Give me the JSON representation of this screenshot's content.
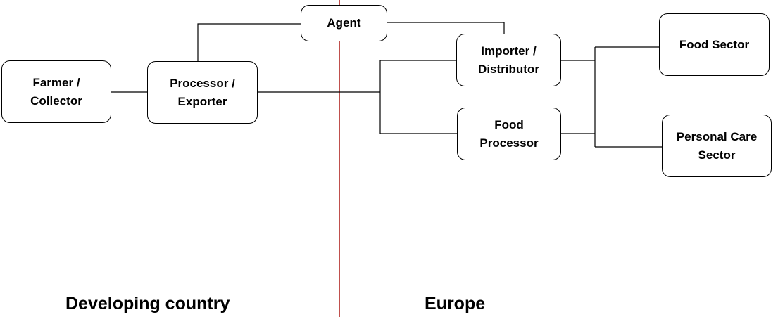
{
  "regions": {
    "left": "Developing country",
    "right": "Europe"
  },
  "nodes": {
    "farmer": "Farmer /\nCollector",
    "processor_exporter": "Processor  /\nExporter",
    "agent": "Agent",
    "importer": "Importer /\nDistributor",
    "food_processor": "Food\nProcessor",
    "food_sector": "Food Sector",
    "personal_care": "Personal Care\nSector"
  },
  "colors": {
    "divider": "#c0504d",
    "line": "#000000"
  }
}
